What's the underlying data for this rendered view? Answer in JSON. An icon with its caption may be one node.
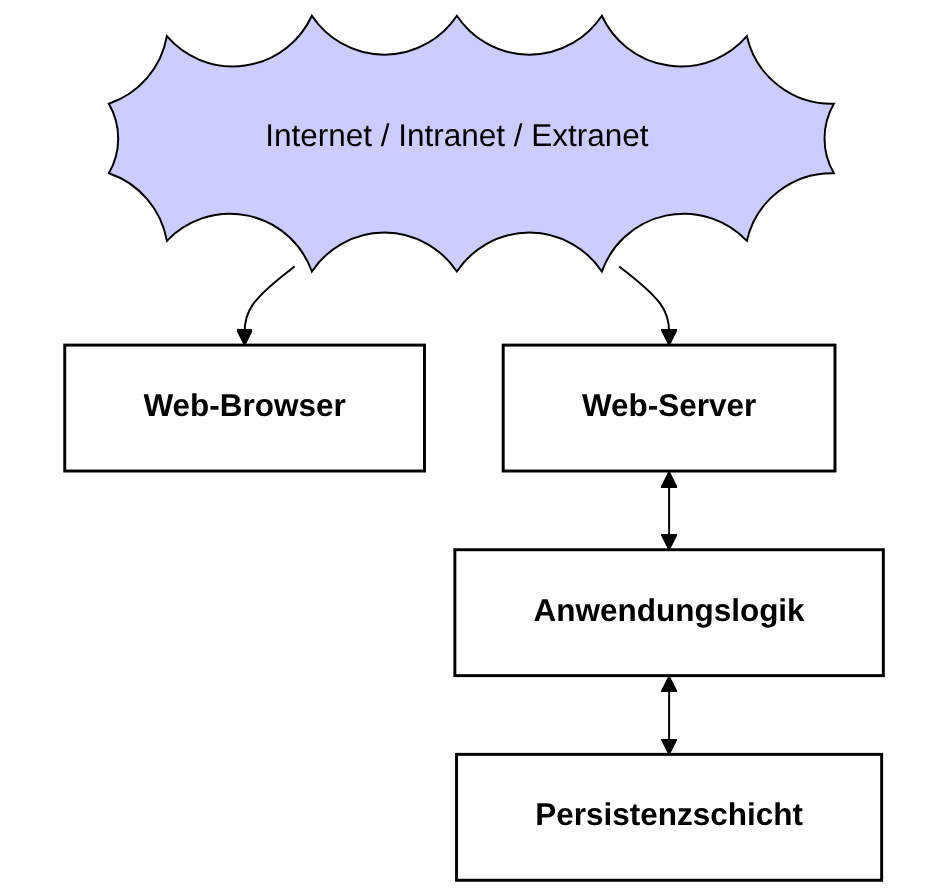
{
  "diagram": {
    "nodes": [
      {
        "text": [
          "Web-Browser"
        ]
      },
      {
        "text": [
          "Internet / Intranet / Extranet"
        ]
      },
      {
        "text": [
          "Web-Server"
        ]
      },
      {
        "text": [
          "Anwendungslogik"
        ]
      },
      {
        "text": [
          "Persistenzschicht"
        ]
      }
    ],
    "edges": [
      {
        "from": 1,
        "to": 0,
        "arrow": "to"
      },
      {
        "from": 1,
        "to": 2,
        "arrow": "to"
      },
      {
        "from": 2,
        "to": 3,
        "arrow": "both"
      },
      {
        "from": 3,
        "to": 4,
        "arrow": "both"
      }
    ]
  }
}
